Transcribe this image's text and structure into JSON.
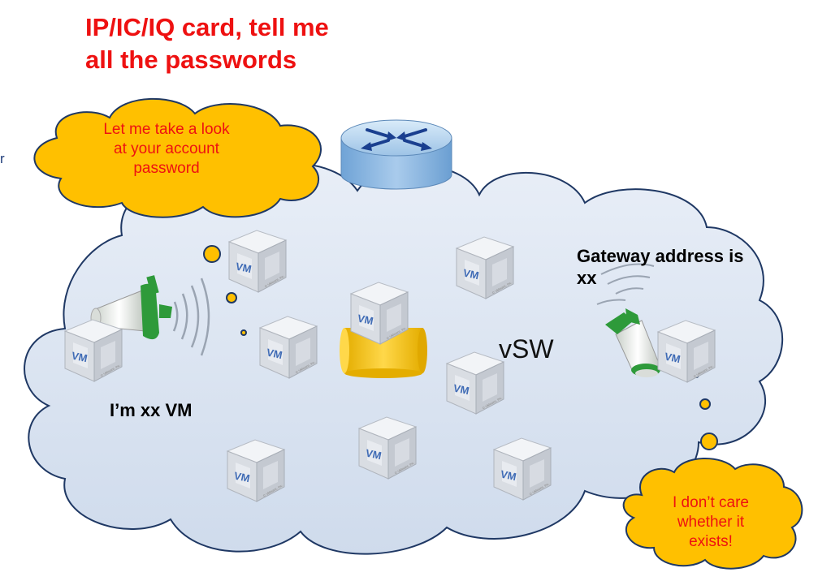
{
  "title": {
    "line1": "IP/IC/IQ card, tell me",
    "line2": "all the passwords"
  },
  "edge_text": "r",
  "bubbles": {
    "account": {
      "line1": "Let me take a look",
      "line2": "at your account",
      "line3": "password"
    },
    "care": {
      "line1": "I don’t care",
      "line2": "whether it",
      "line3": "exists!"
    }
  },
  "labels": {
    "vm_claim": "I’m xx VM",
    "gateway": {
      "line1": "Gateway address is",
      "line2": "xx"
    },
    "vsw": "vSW"
  },
  "vm_icon": {
    "text": "VM",
    "tiny_mark": "© VMware, Inc."
  },
  "colors": {
    "title_red": "#ee1111",
    "bubble_fill": "#ffc000",
    "cloud_fill": "#dde6f3",
    "cloud_stroke": "#1f3864",
    "cylinder": "#f2c61f",
    "megaphone_green": "#2e9a3a",
    "vm_blue": "#3f6bb5"
  },
  "icons": [
    "router-icon",
    "megaphone-icon",
    "vm-box-icon",
    "cylinder-icon",
    "signal-waves-icon"
  ]
}
